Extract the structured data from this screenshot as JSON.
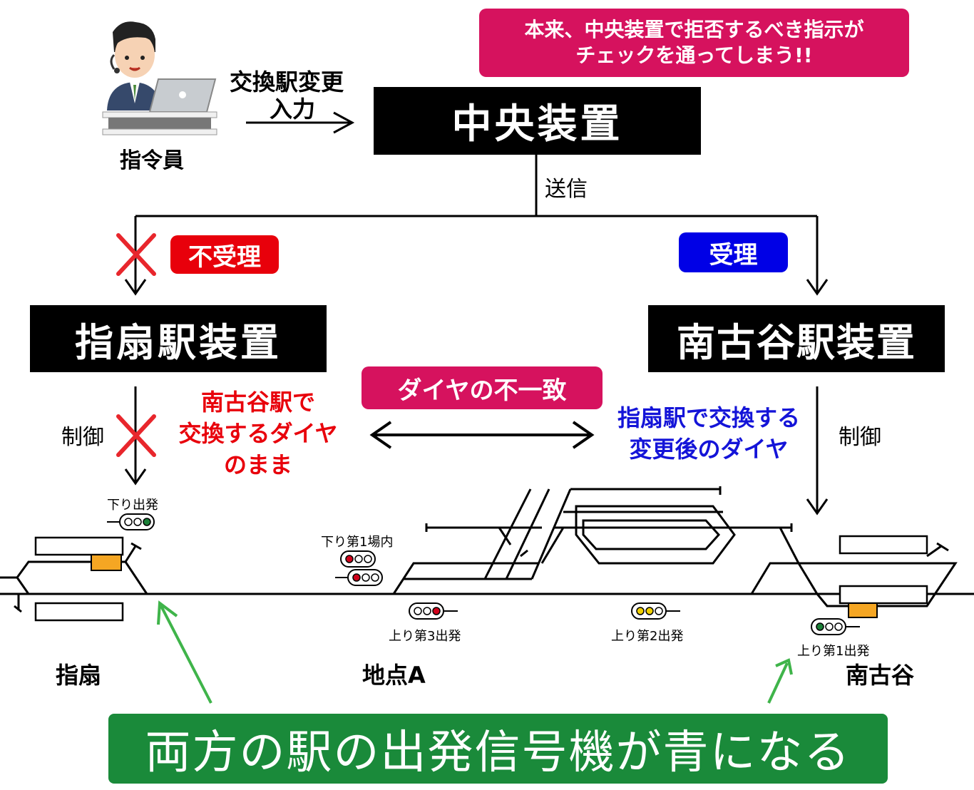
{
  "operator": {
    "label": "指令員"
  },
  "input_label": {
    "line1": "交換駅変更",
    "line2": "入力"
  },
  "warning": {
    "line1": "本来、中央装置で拒否するべき指示が",
    "line2": "チェックを通ってしまう!!"
  },
  "central": {
    "label": "中央装置"
  },
  "send_label": "送信",
  "left_branch": {
    "status": "不受理",
    "device": "指扇駅装置",
    "control": "制御",
    "note_line1": "南古谷駅で",
    "note_line2": "交換するダイヤ",
    "note_line3": "のまま"
  },
  "right_branch": {
    "status": "受理",
    "device": "南古谷駅装置",
    "control": "制御",
    "note_line1": "指扇駅で交換する",
    "note_line2": "変更後のダイヤ"
  },
  "mismatch": "ダイヤの不一致",
  "signals": {
    "kudari_departure": "下り出発",
    "kudari_home1": "下り第1場内",
    "nobori_dep3": "上り第3出発",
    "nobori_dep2": "上り第2出発",
    "nobori_dep1": "上り第1出発"
  },
  "stations": {
    "sashiogi": "指扇",
    "point_a": "地点A",
    "minami_furuya": "南古谷"
  },
  "conclusion": "両方の駅の出発信号機が青になる",
  "colors": {
    "warning_bg": "#d6125e",
    "reject_bg": "#e8000b",
    "accept_bg": "#0000e6",
    "mismatch_bg": "#d6125e",
    "conclusion_bg": "#1a8a3a",
    "cross": "#e8262c",
    "arrow_green": "#3fb44a",
    "train": "#f5a623",
    "red_text": "#e8000b",
    "blue_text": "#1414d8",
    "signal_green": "#1a7f37",
    "signal_red": "#d0021b",
    "signal_yellow": "#f0d000"
  }
}
